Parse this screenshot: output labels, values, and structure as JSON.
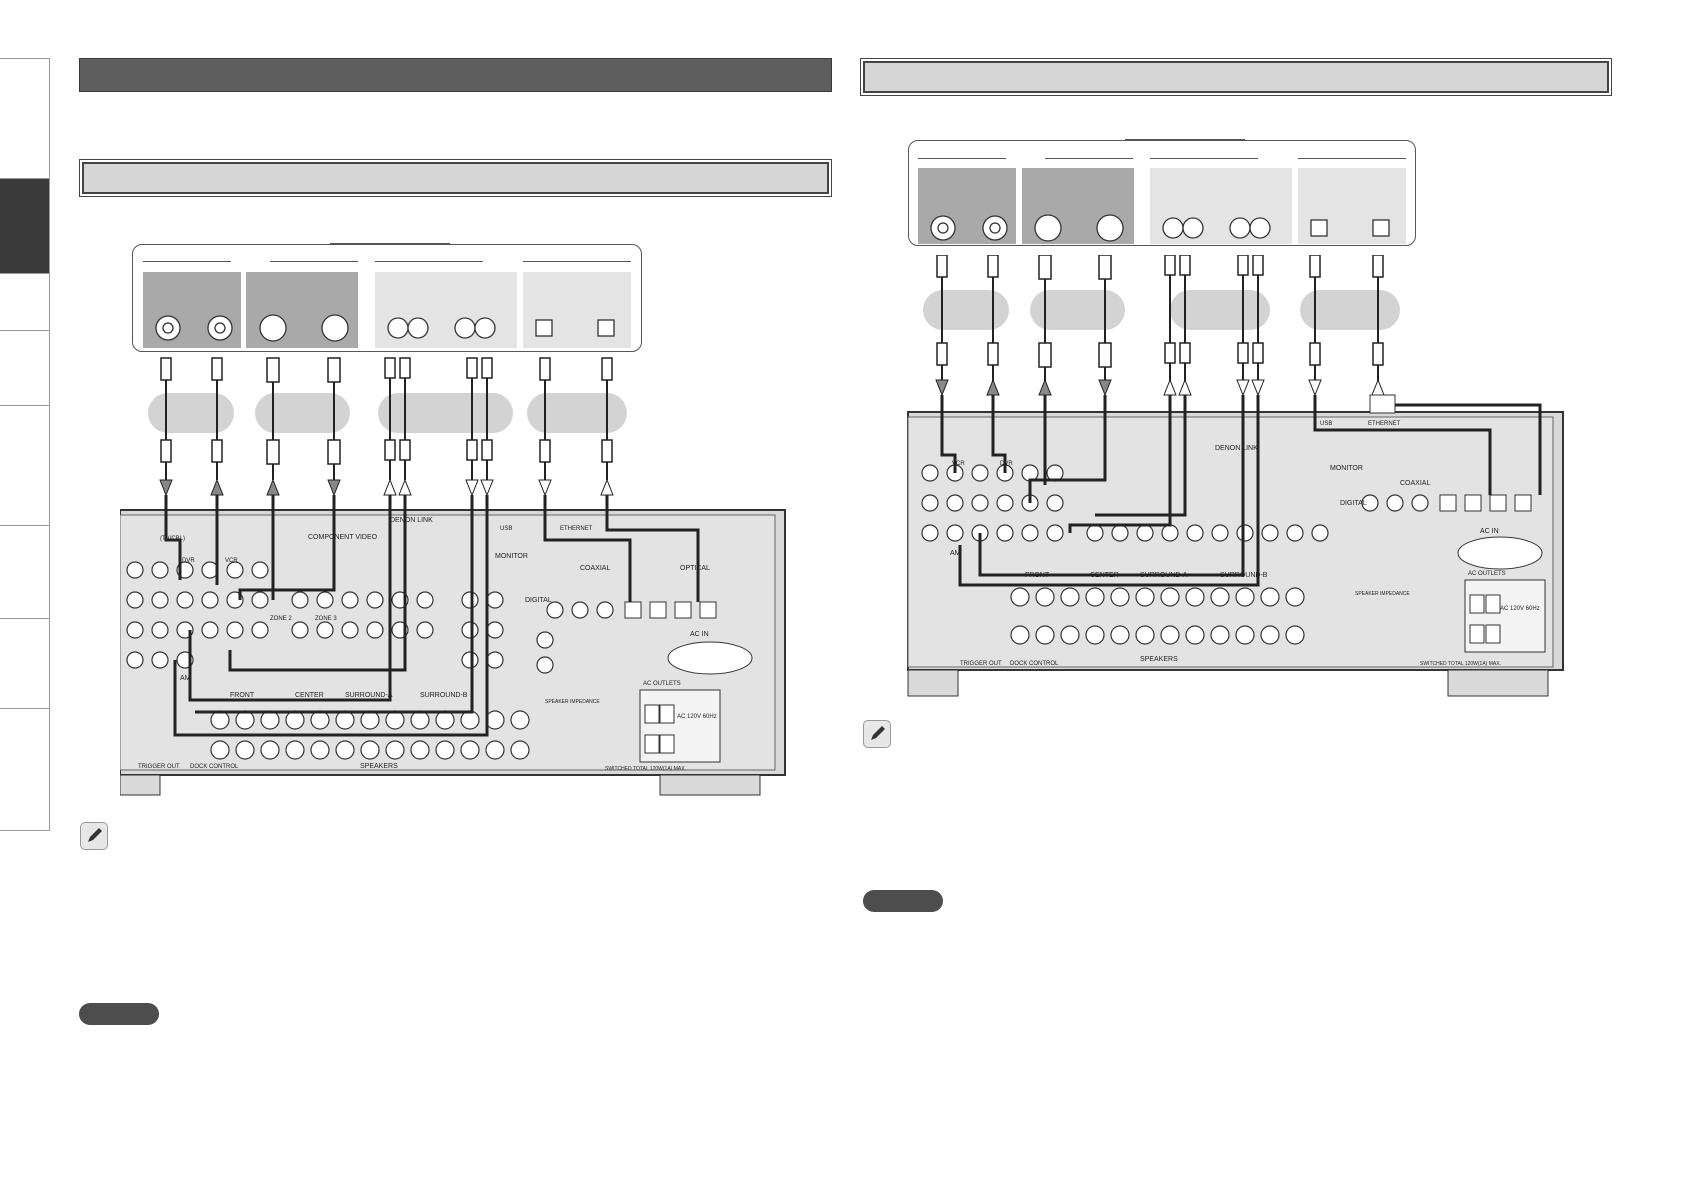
{
  "colors": {
    "section_bar_dark": "#5e5e5e",
    "section_bar_light": "#d6d6d6",
    "panel_dark": "#a9a9a9",
    "panel_light": "#e4e4e4",
    "cable_bubble": "#d3d3d3",
    "receiver_body": "#d9d9d9"
  },
  "sidebar": {
    "tabs": [
      {
        "name": "tab-1"
      },
      {
        "name": "tab-2-active"
      },
      {
        "name": "tab-3"
      },
      {
        "name": "tab-4"
      },
      {
        "name": "tab-5"
      },
      {
        "name": "tab-6"
      },
      {
        "name": "tab-7"
      },
      {
        "name": "tab-8"
      }
    ]
  },
  "icons": {
    "note": "pencil-icon",
    "caution": "caution-pill"
  },
  "left_diagram": {
    "receiver_labels": {
      "component_video": "COMPONENT VIDEO",
      "denon_link": "DENON LINK",
      "coaxial": "COAXIAL",
      "optical": "OPTICAL",
      "digital": "DIGITAL",
      "monitor": "MONITOR",
      "ac_in": "AC IN",
      "ac_outlets": "AC OUTLETS",
      "ac_rating": "AC 120V 60Hz",
      "switched": "SWITCHED TOTAL 120W(1A) MAX.",
      "speakers": "SPEAKERS",
      "front": "FRONT",
      "center": "CENTER",
      "surround_a": "SURROUND-A",
      "surround_b": "SURROUND-B",
      "speaker_impedance": "SPEAKER IMPEDANCE",
      "trigger_out": "TRIGGER OUT",
      "dock_control": "DOCK CONTROL",
      "ethernet": "ETHERNET",
      "usb": "USB",
      "am": "AM",
      "zone_2": "ZONE 2",
      "zone_3": "ZONE 3",
      "dvr": "DVR",
      "vcr": "VCR",
      "tv_cbl": "(TV/CBL)"
    }
  },
  "right_diagram": {
    "receiver_labels": {
      "denon_link": "DENON LINK",
      "coaxial": "COAXIAL",
      "digital": "DIGITAL",
      "monitor": "MONITOR",
      "ac_in": "AC IN",
      "ac_outlets": "AC OUTLETS",
      "ac_rating": "AC 120V 60Hz",
      "switched": "SWITCHED TOTAL 120W(1A) MAX.",
      "speakers": "SPEAKERS",
      "front": "FRONT",
      "center": "CENTER",
      "surround_a": "SURROUND-A",
      "surround_b": "SURROUND-B",
      "speaker_impedance": "SPEAKER IMPEDANCE",
      "trigger_out": "TRIGGER OUT",
      "dock_control": "DOCK CONTROL",
      "ethernet": "ETHERNET",
      "usb": "USB",
      "am": "AM",
      "vcr": "VCR",
      "dvr": "DVR"
    }
  }
}
